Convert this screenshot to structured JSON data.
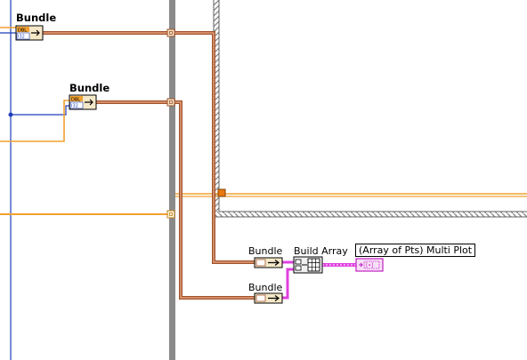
{
  "diagram": {
    "labels": {
      "bundle_1": "Bundle",
      "bundle_2": "Bundle",
      "bundle_3": "Bundle",
      "bundle_4": "Bundle",
      "build_array": "Build Array",
      "multi_plot": "(Array of Pts) Multi Plot"
    },
    "colors": {
      "cluster_wire": "#a0522d",
      "cluster_wire_fill": "#e8a878",
      "orange_wire": "#f0a030",
      "blue_wire": "#1f3fb8",
      "pink_wire": "#e040e0",
      "loop_border": "#808080",
      "structure_bar": "#808080"
    },
    "icons": [
      "bundle-icon",
      "build-array-icon",
      "xy-graph-terminal-icon",
      "tunnel-icon"
    ]
  }
}
